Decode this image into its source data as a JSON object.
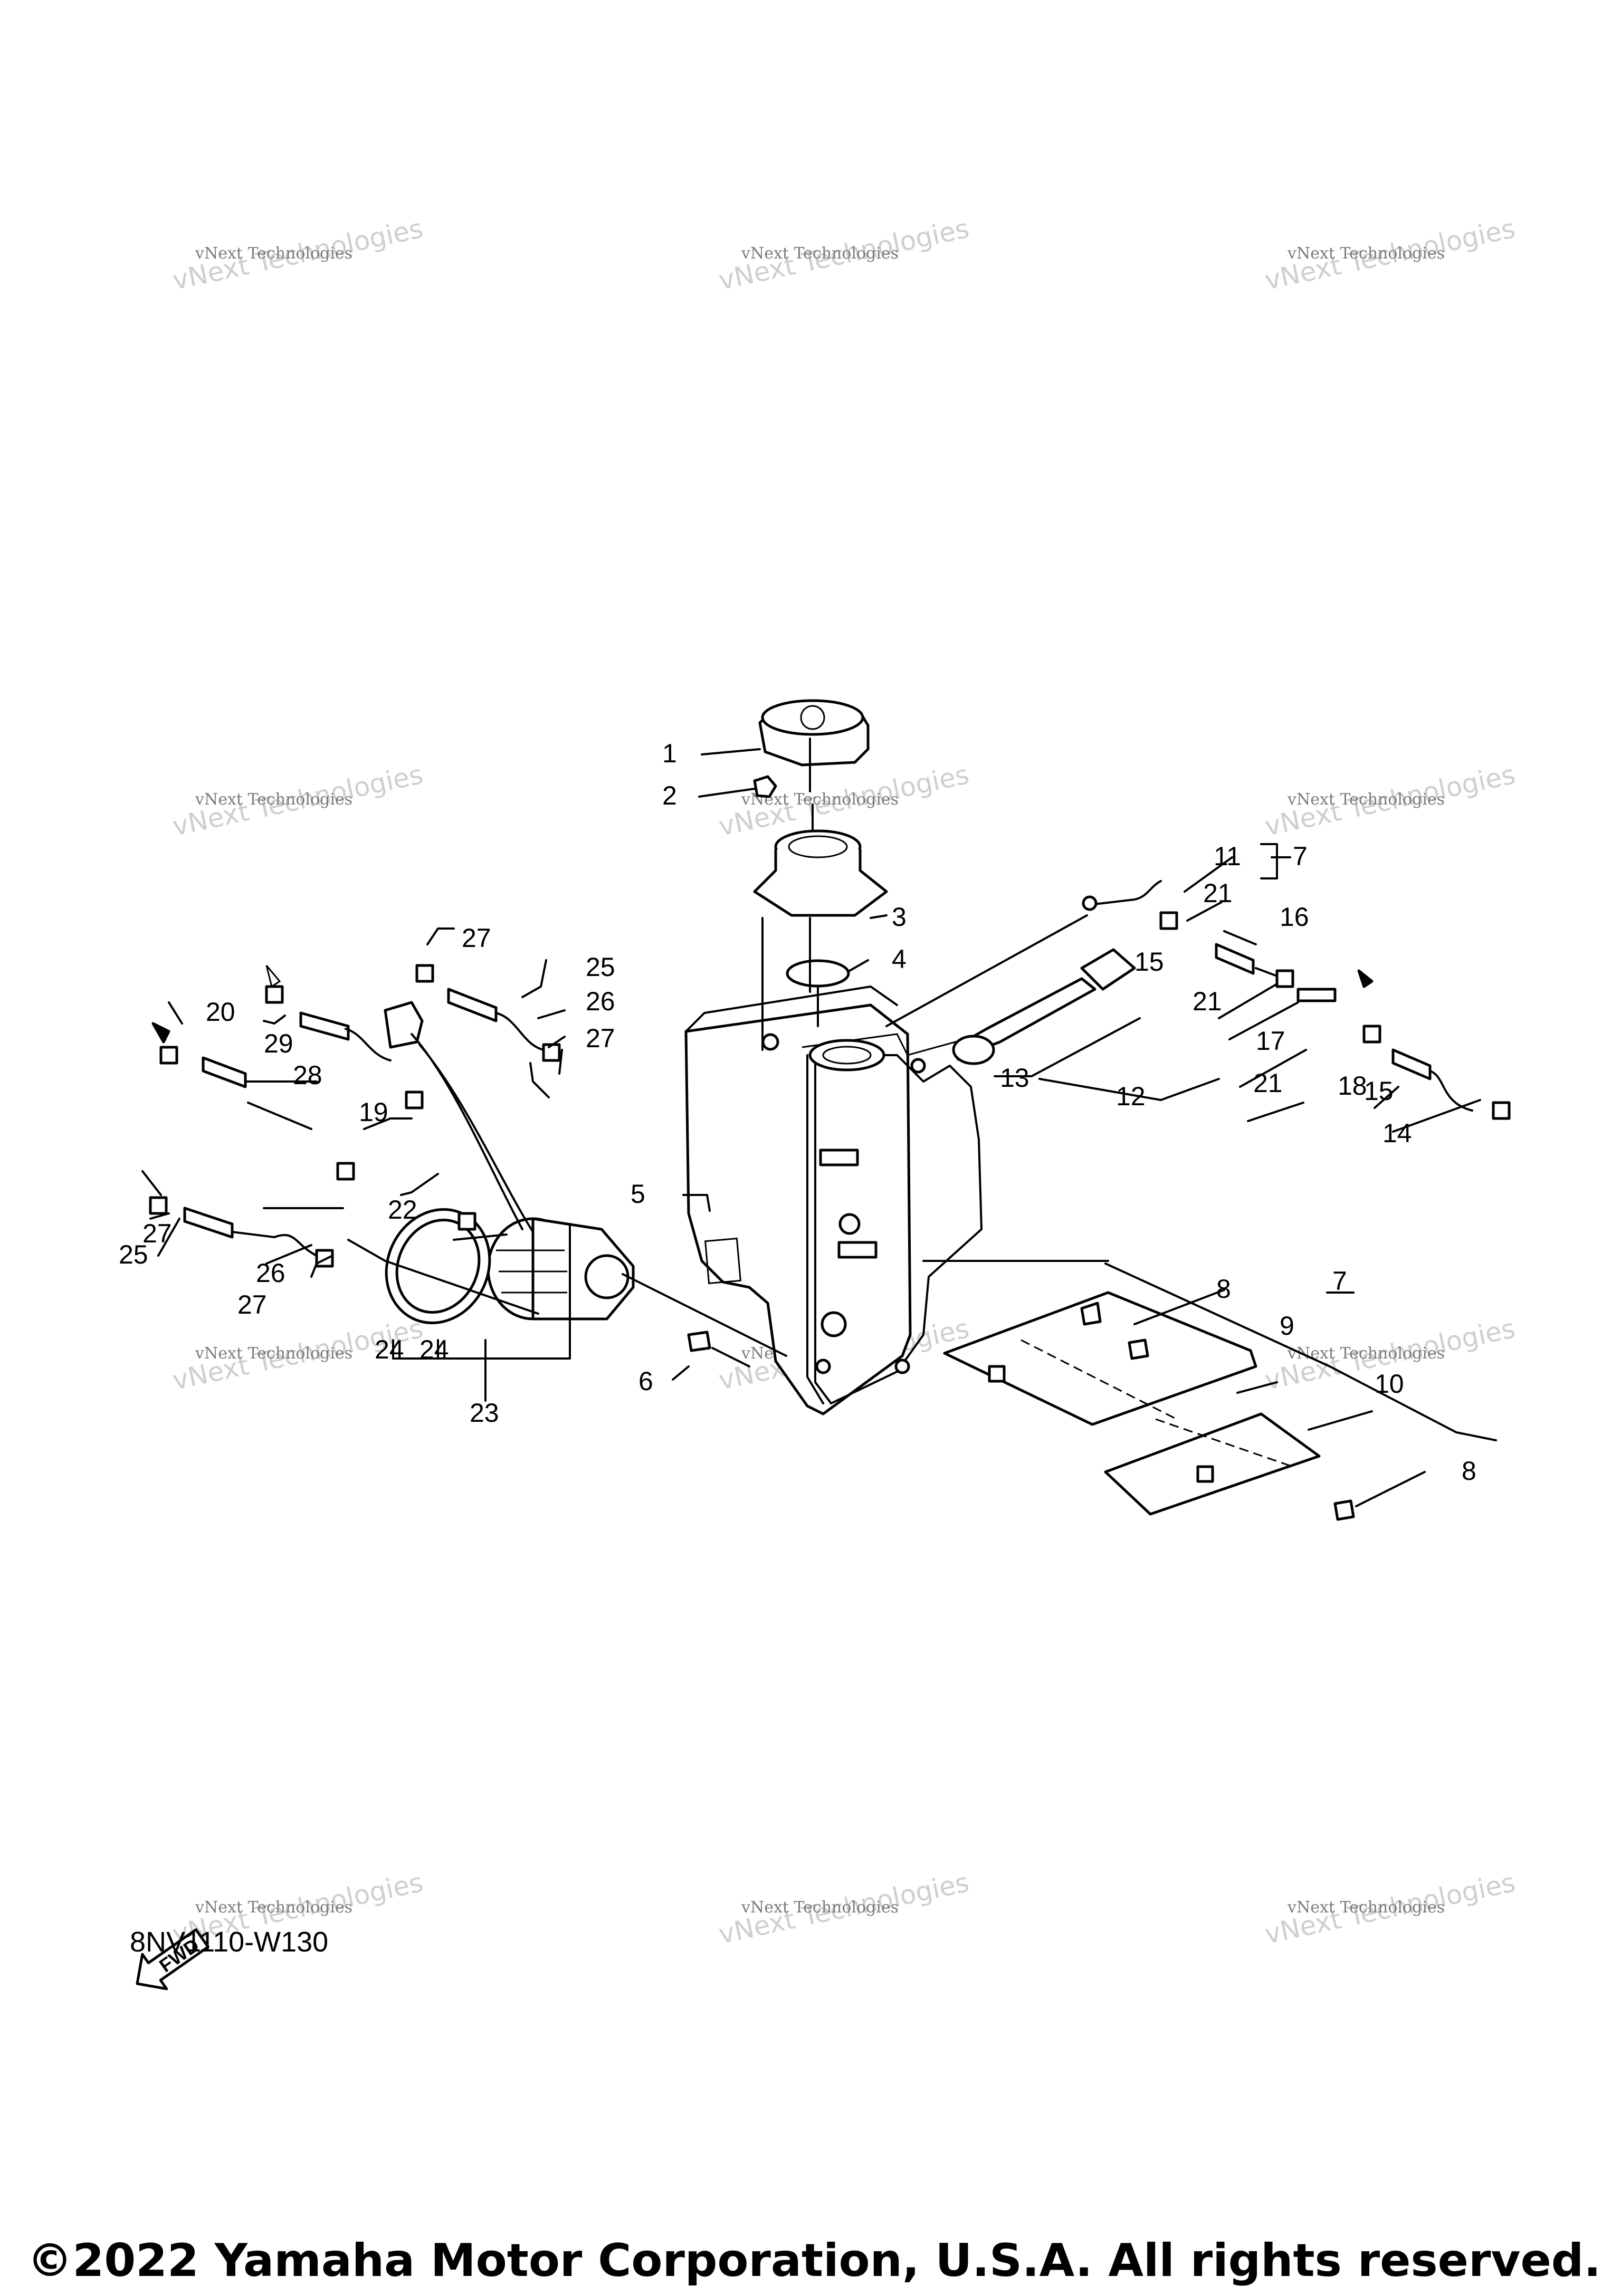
{
  "watermark": {
    "line1": "vNext Technologies",
    "line2": "vNext Technologies"
  },
  "callouts": {
    "c1": "1",
    "c2": "2",
    "c3": "3",
    "c4": "4",
    "c5": "5",
    "c6": "6",
    "c7a": "7",
    "c7b": "7",
    "c8a": "8",
    "c8b": "8",
    "c9": "9",
    "c10": "10",
    "c11": "11",
    "c12": "12",
    "c13": "13",
    "c14": "14",
    "c15a": "15",
    "c15b": "15",
    "c16": "16",
    "c17": "17",
    "c18": "18",
    "c19": "19",
    "c20": "20",
    "c21a": "21",
    "c21b": "21",
    "c21c": "21",
    "c22": "22",
    "c23": "23",
    "c24a": "24",
    "c24b": "24",
    "c25a": "25",
    "c25b": "25",
    "c26a": "26",
    "c26b": "26",
    "c27a": "27",
    "c27b": "27",
    "c27c": "27",
    "c27d": "27",
    "c28": "28",
    "c29": "29"
  },
  "fwd_badge": "FWD",
  "diagram_code": "8NV1110-W130",
  "copyright": "©2022 Yamaha Motor Corporation, U.S.A. All rights reserved."
}
